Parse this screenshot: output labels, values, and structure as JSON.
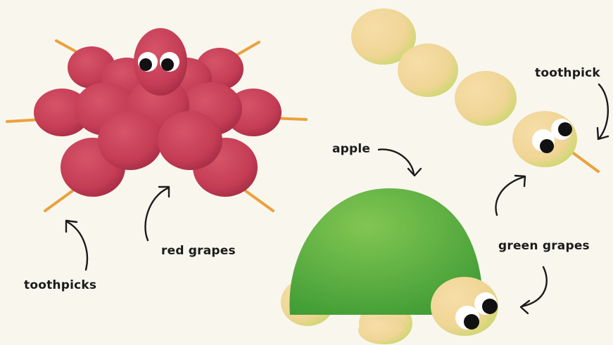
{
  "labels": {
    "toothpicks": "toothpicks",
    "red_grapes": "red grapes",
    "apple": "apple",
    "toothpick": "toothpick",
    "green_grapes": "green grapes"
  },
  "colors": {
    "background": "#f9f6ee",
    "red_grape": "#c43d55",
    "red_grape_dark": "#a52c45",
    "green_grape": "#f2d79a",
    "green_grape_tint": "#c7d86a",
    "apple_green": "#4fa83a",
    "apple_light": "#82c653",
    "toothpick": "#e9a23c",
    "eye_white": "#ffffff",
    "pupil": "#111111",
    "arrow": "#1b1b1b"
  }
}
